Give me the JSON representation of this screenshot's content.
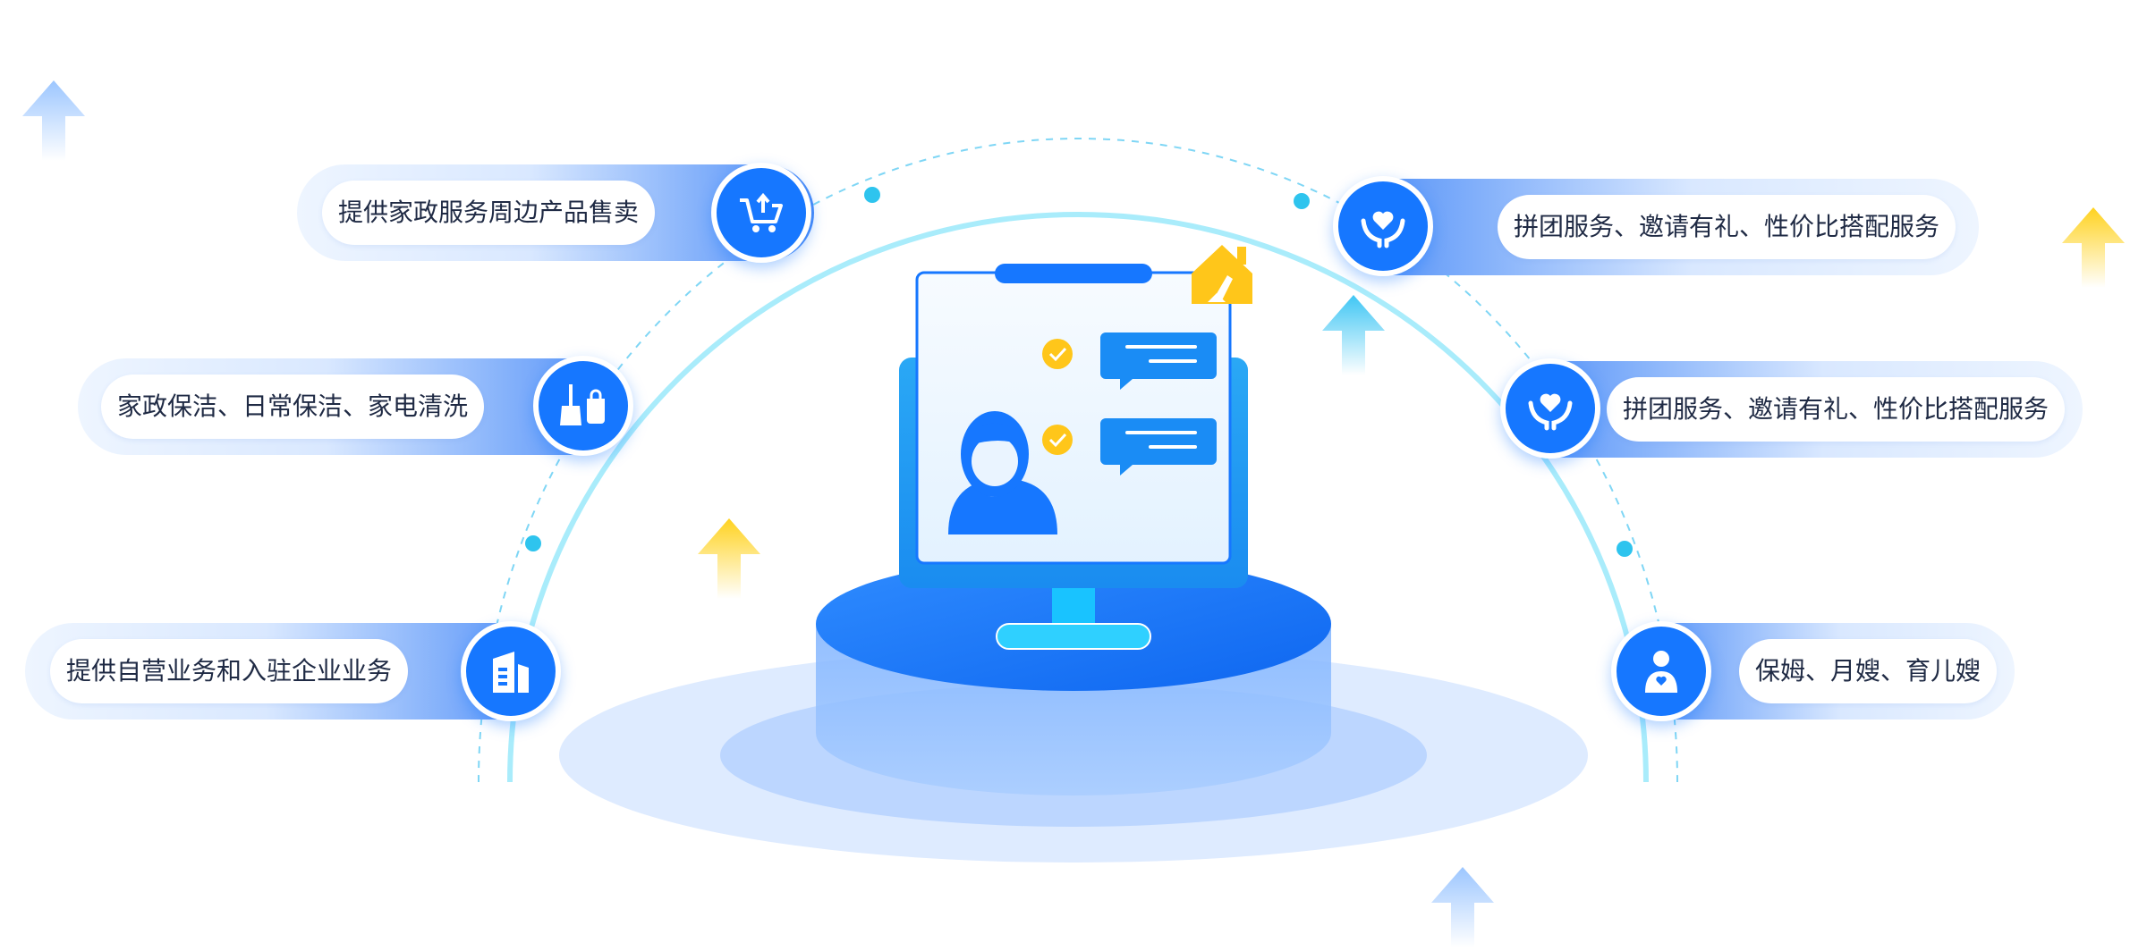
{
  "services_left": [
    {
      "label": "提供家政服务周边产品售卖",
      "icon": "shopping-cart-icon"
    },
    {
      "label": "家政保洁、日常保洁、家电清洗",
      "icon": "cleaning-broom-icon"
    },
    {
      "label": "提供自营业务和入驻企业业务",
      "icon": "building-icon"
    }
  ],
  "services_right": [
    {
      "label": "拼团服务、邀请有礼、性价比搭配服务",
      "icon": "heart-hands-icon"
    },
    {
      "label": "拼团服务、邀请有礼、性价比搭配服务",
      "icon": "heart-hands-icon"
    },
    {
      "label": "保姆、月嫂、育儿嫂",
      "icon": "nanny-icon"
    }
  ],
  "center": {
    "icons": [
      "monitor-icon",
      "housekeeper-avatar-icon",
      "chat-bubble-icon",
      "check-icon",
      "house-broom-icon"
    ]
  },
  "colors": {
    "primary": "#1677ff",
    "light_blue": "#d9e8ff",
    "cyan": "#38c7f0",
    "yellow": "#ffcc1a"
  }
}
